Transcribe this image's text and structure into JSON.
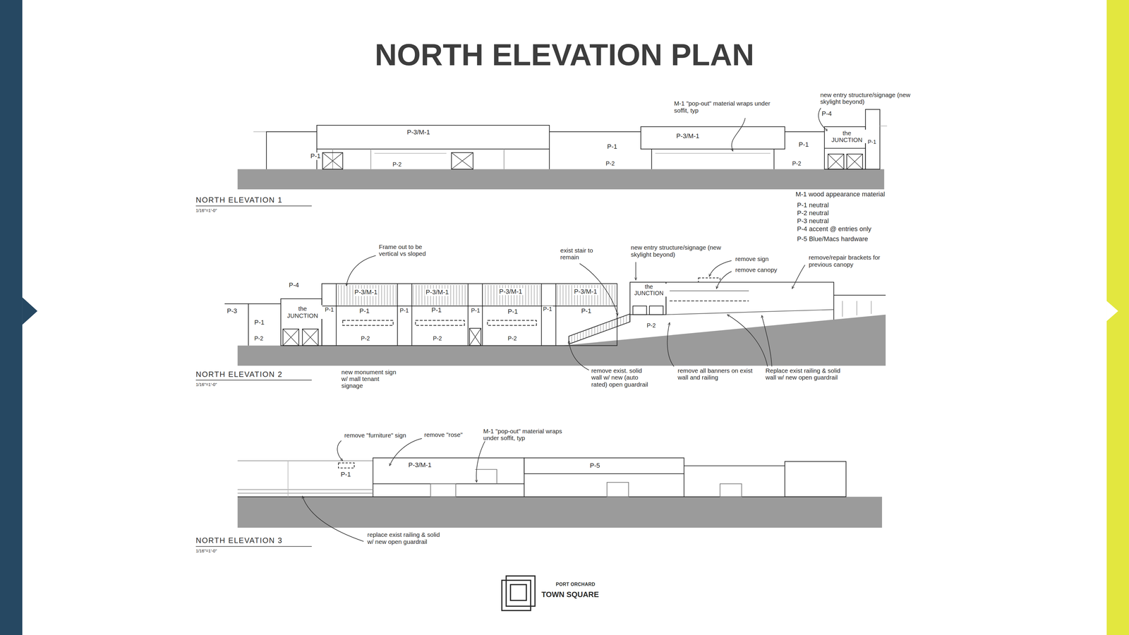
{
  "diagram": {
    "title": "NORTH ELEVATION PLAN",
    "labels": [
      "P-3/M-1",
      "P-3/M-1",
      "P-1",
      "P-2",
      "P-1",
      "P-2",
      "P-1",
      "P-2",
      "P-4",
      "the JUNCTION",
      "P-1",
      "M-1 \"pop-out\" material wraps under soffit, typ",
      "new entry structure/signage (new skylight beyond)",
      "NORTH ELEVATION 1",
      "1/16\"=1'-0\"",
      "M-1 wood appearance material",
      "P-1 neutral",
      "P-2 neutral",
      "P-3 neutral",
      "P-4 accent @ entries only",
      "P-5 Blue/Macs hardware",
      "P-4",
      "P-3",
      "P-1",
      "the JUNCTION",
      "P-1",
      "P-2",
      "P-3/M-1",
      "P-1",
      "P-1",
      "P-3/M-1",
      "P-1",
      "P-1",
      "P-3/M-1",
      "P-1",
      "P-1",
      "P-3/M-1",
      "P-1",
      "P-2",
      "P-2",
      "P-2",
      "P-2",
      "the JUNCTION",
      "Frame out to be vertical vs sloped",
      "exist stair to remain",
      "new entry structure/signage (new skylight beyond)",
      "remove sign",
      "remove canopy",
      "remove/repair brackets for previous canopy",
      "NORTH ELEVATION 2",
      "1/16\"=1'-0\"",
      "new monument sign w/ mall tenant signage",
      "remove exist. solid wall w/ new (auto rated) open guardrail",
      "remove all banners on exist wall and railing",
      "Replace exist railing & solid wall w/ new open guardrail",
      "remove \"furniture\" sign",
      "remove \"rose\"",
      "M-1 \"pop-out\" material wraps under soffit, typ",
      "P-3/M-1",
      "P-1",
      "P-5",
      "NORTH ELEVATION 3",
      "1/16\"=1'-0\"",
      "replace exist railing & solid w/ new open guardrail",
      "PORT ORCHARD",
      "TOWN SQUARE"
    ]
  }
}
